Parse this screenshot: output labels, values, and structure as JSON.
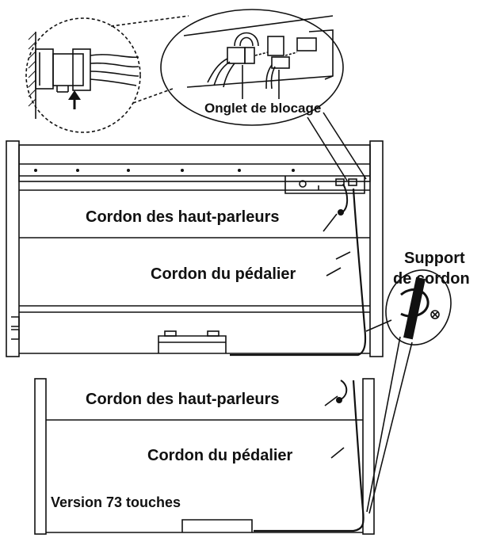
{
  "labels": {
    "locking_tab": "Onglet de blocage",
    "speaker_cord_top": "Cordon des haut-parleurs",
    "pedal_cord_top": "Cordon du pédalier",
    "cord_holder_line1": "Support",
    "cord_holder_line2": "de cordon",
    "speaker_cord_bottom": "Cordon des haut-parleurs",
    "pedal_cord_bottom": "Cordon du pédalier",
    "version_73": "Version 73 touches"
  },
  "colors": {
    "line": "#111111",
    "background": "#ffffff",
    "wall_hatch": "#333333"
  },
  "icons": {
    "insert_arrow": "up-arrow-icon",
    "screw": "screw-icon"
  }
}
